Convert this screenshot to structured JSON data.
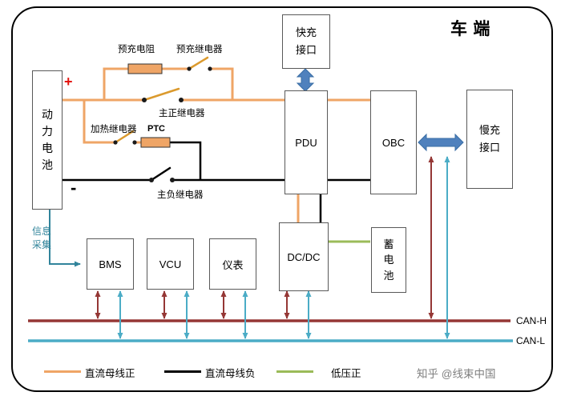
{
  "title": "车端",
  "watermark": "知乎 @线束中国",
  "boxes": {
    "battery": "动力电池",
    "fast_charge": "快充接口",
    "pdu": "PDU",
    "obc": "OBC",
    "slow_charge": "慢充接口",
    "dcdc": "DC/DC",
    "aux_battery": "蓄电池",
    "bms": "BMS",
    "vcu": "VCU",
    "instrument": "仪表"
  },
  "labels": {
    "precharge_resistor": "预充电阻",
    "precharge_relay": "预充继电器",
    "main_positive_relay": "主正继电器",
    "heating_relay": "加热继电器",
    "ptc": "PTC",
    "main_negative_relay": "主负继电器",
    "info_collection": "信息采集",
    "plus": "+",
    "minus": "-",
    "can_h": "CAN-H",
    "can_l": "CAN-L"
  },
  "legend": [
    {
      "label": "直流母线正",
      "color": "#EFA566"
    },
    {
      "label": "直流母线负",
      "color": "#000000"
    },
    {
      "label": "低压正",
      "color": "#9BBB59"
    }
  ],
  "colors": {
    "dc_bus_positive": "#EFA566",
    "dc_bus_negative": "#000000",
    "low_voltage_positive": "#9BBB59",
    "can_h": "#953735",
    "can_l": "#4BACC6",
    "link_arrow": "#4F81BD",
    "info_arrow": "#31849B",
    "relay_blade": "#DB9A2E"
  }
}
